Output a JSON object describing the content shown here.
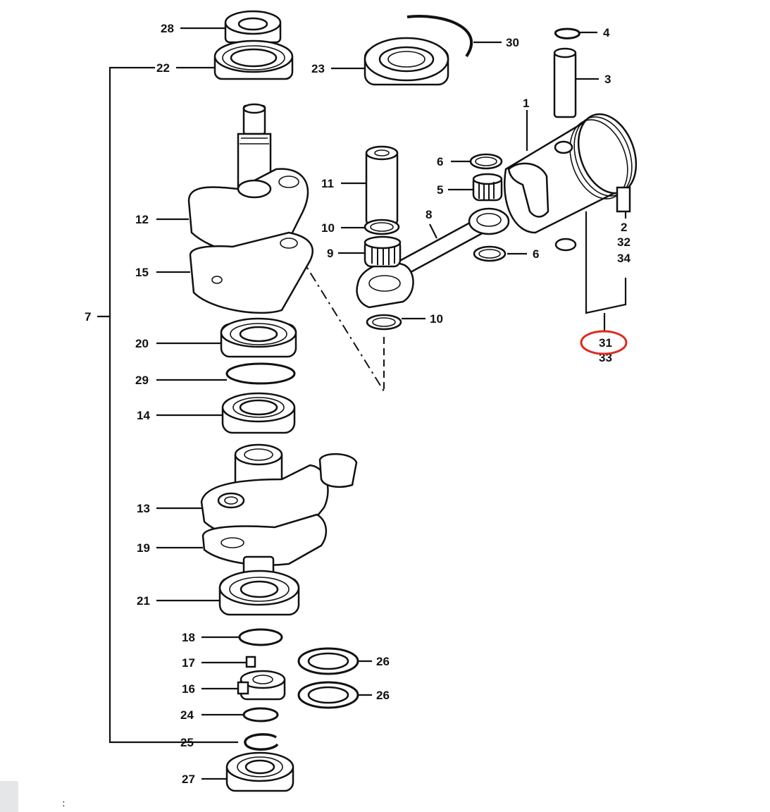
{
  "callouts": [
    {
      "id": "1",
      "text": "1"
    },
    {
      "id": "2",
      "text": "2"
    },
    {
      "id": "3",
      "text": "3"
    },
    {
      "id": "4",
      "text": "4"
    },
    {
      "id": "5",
      "text": "5"
    },
    {
      "id": "6a",
      "text": "6"
    },
    {
      "id": "6b",
      "text": "6"
    },
    {
      "id": "7",
      "text": "7"
    },
    {
      "id": "8",
      "text": "8"
    },
    {
      "id": "9",
      "text": "9"
    },
    {
      "id": "10a",
      "text": "10"
    },
    {
      "id": "10b",
      "text": "10"
    },
    {
      "id": "11",
      "text": "11"
    },
    {
      "id": "12",
      "text": "12"
    },
    {
      "id": "13",
      "text": "13"
    },
    {
      "id": "14",
      "text": "14"
    },
    {
      "id": "15",
      "text": "15"
    },
    {
      "id": "16",
      "text": "16"
    },
    {
      "id": "17",
      "text": "17"
    },
    {
      "id": "18",
      "text": "18"
    },
    {
      "id": "19",
      "text": "19"
    },
    {
      "id": "20",
      "text": "20"
    },
    {
      "id": "21",
      "text": "21"
    },
    {
      "id": "22",
      "text": "22"
    },
    {
      "id": "23",
      "text": "23"
    },
    {
      "id": "24",
      "text": "24"
    },
    {
      "id": "25",
      "text": "25"
    },
    {
      "id": "26a",
      "text": "26"
    },
    {
      "id": "26b",
      "text": "26"
    },
    {
      "id": "27",
      "text": "27"
    },
    {
      "id": "28",
      "text": "28"
    },
    {
      "id": "29",
      "text": "29"
    },
    {
      "id": "30",
      "text": "30"
    },
    {
      "id": "31",
      "text": "31"
    },
    {
      "id": "32",
      "text": "32"
    },
    {
      "id": "33",
      "text": "33"
    },
    {
      "id": "34",
      "text": "34"
    }
  ],
  "highlight": {
    "target": "31",
    "color": "#e0281e"
  },
  "colors": {
    "ink": "#111111",
    "paper": "#ffffff"
  },
  "footer": {
    "mark": ":"
  }
}
